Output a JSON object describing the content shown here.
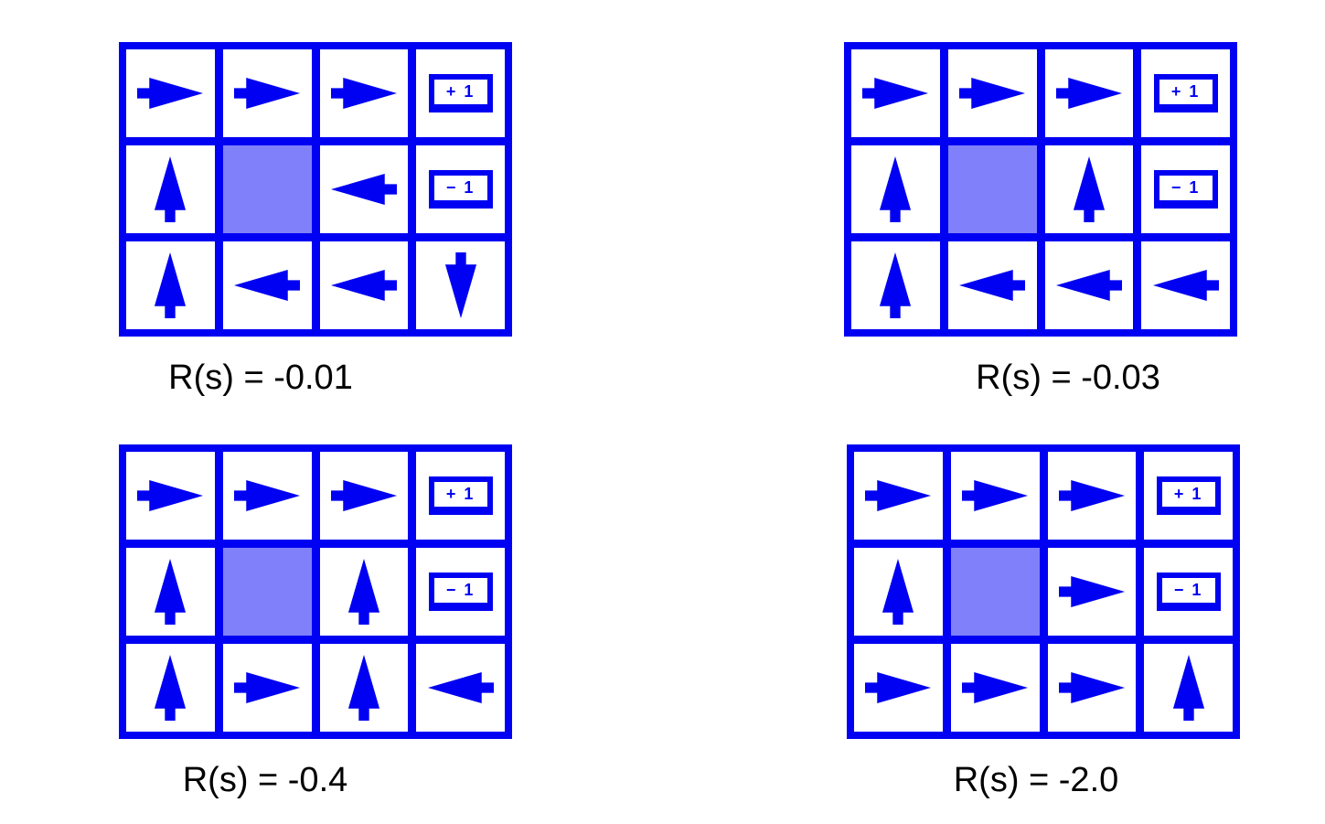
{
  "figure": {
    "accent_blue": "#0000f2",
    "wall_color": "#8080fa",
    "terminal_plus_label": "+ 1",
    "terminal_minus_label": "− 1",
    "panels": [
      {
        "id": "r-minus-0-01",
        "label": "R(s) = -0.01",
        "policy_rows": [
          [
            "right",
            "right",
            "right",
            "plus"
          ],
          [
            "up",
            "wall",
            "left",
            "minus"
          ],
          [
            "up",
            "left",
            "left",
            "down"
          ]
        ]
      },
      {
        "id": "r-minus-0-03",
        "label": "R(s) = -0.03",
        "policy_rows": [
          [
            "right",
            "right",
            "right",
            "plus"
          ],
          [
            "up",
            "wall",
            "up",
            "minus"
          ],
          [
            "up",
            "left",
            "left",
            "left"
          ]
        ]
      },
      {
        "id": "r-minus-0-4",
        "label": "R(s) = -0.4",
        "policy_rows": [
          [
            "right",
            "right",
            "right",
            "plus"
          ],
          [
            "up",
            "wall",
            "up",
            "minus"
          ],
          [
            "up",
            "right",
            "up",
            "left"
          ]
        ]
      },
      {
        "id": "r-minus-2-0",
        "label": "R(s) = -2.0",
        "policy_rows": [
          [
            "right",
            "right",
            "right",
            "plus"
          ],
          [
            "up",
            "wall",
            "right",
            "minus"
          ],
          [
            "right",
            "right",
            "right",
            "up"
          ]
        ]
      }
    ]
  }
}
